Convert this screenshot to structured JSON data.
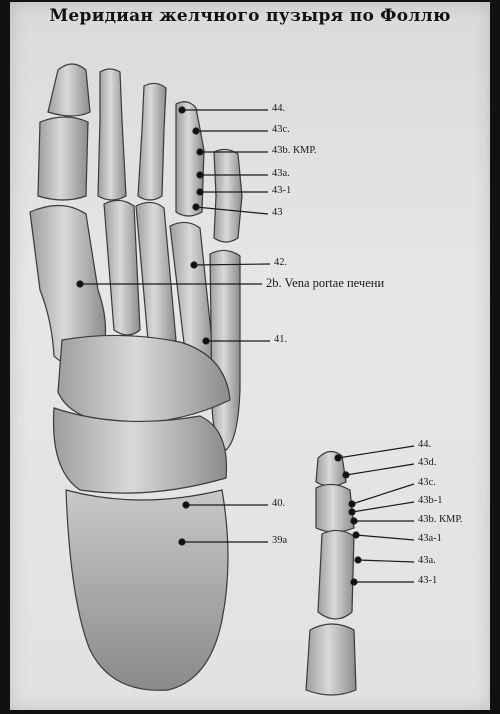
{
  "title": "Меридиан желчного пузыря по Фоллю",
  "foot_labels": [
    "44.",
    "43c.",
    "43b. КМР.",
    "43a.",
    "43-1",
    "43",
    "42.",
    "2b. Vena portae печени",
    "41.",
    "40.",
    "39a"
  ],
  "toe_labels": [
    "44.",
    "43d.",
    "43c.",
    "43b-1",
    "43b. КМР.",
    "43a-1",
    "43a.",
    "43-1"
  ]
}
